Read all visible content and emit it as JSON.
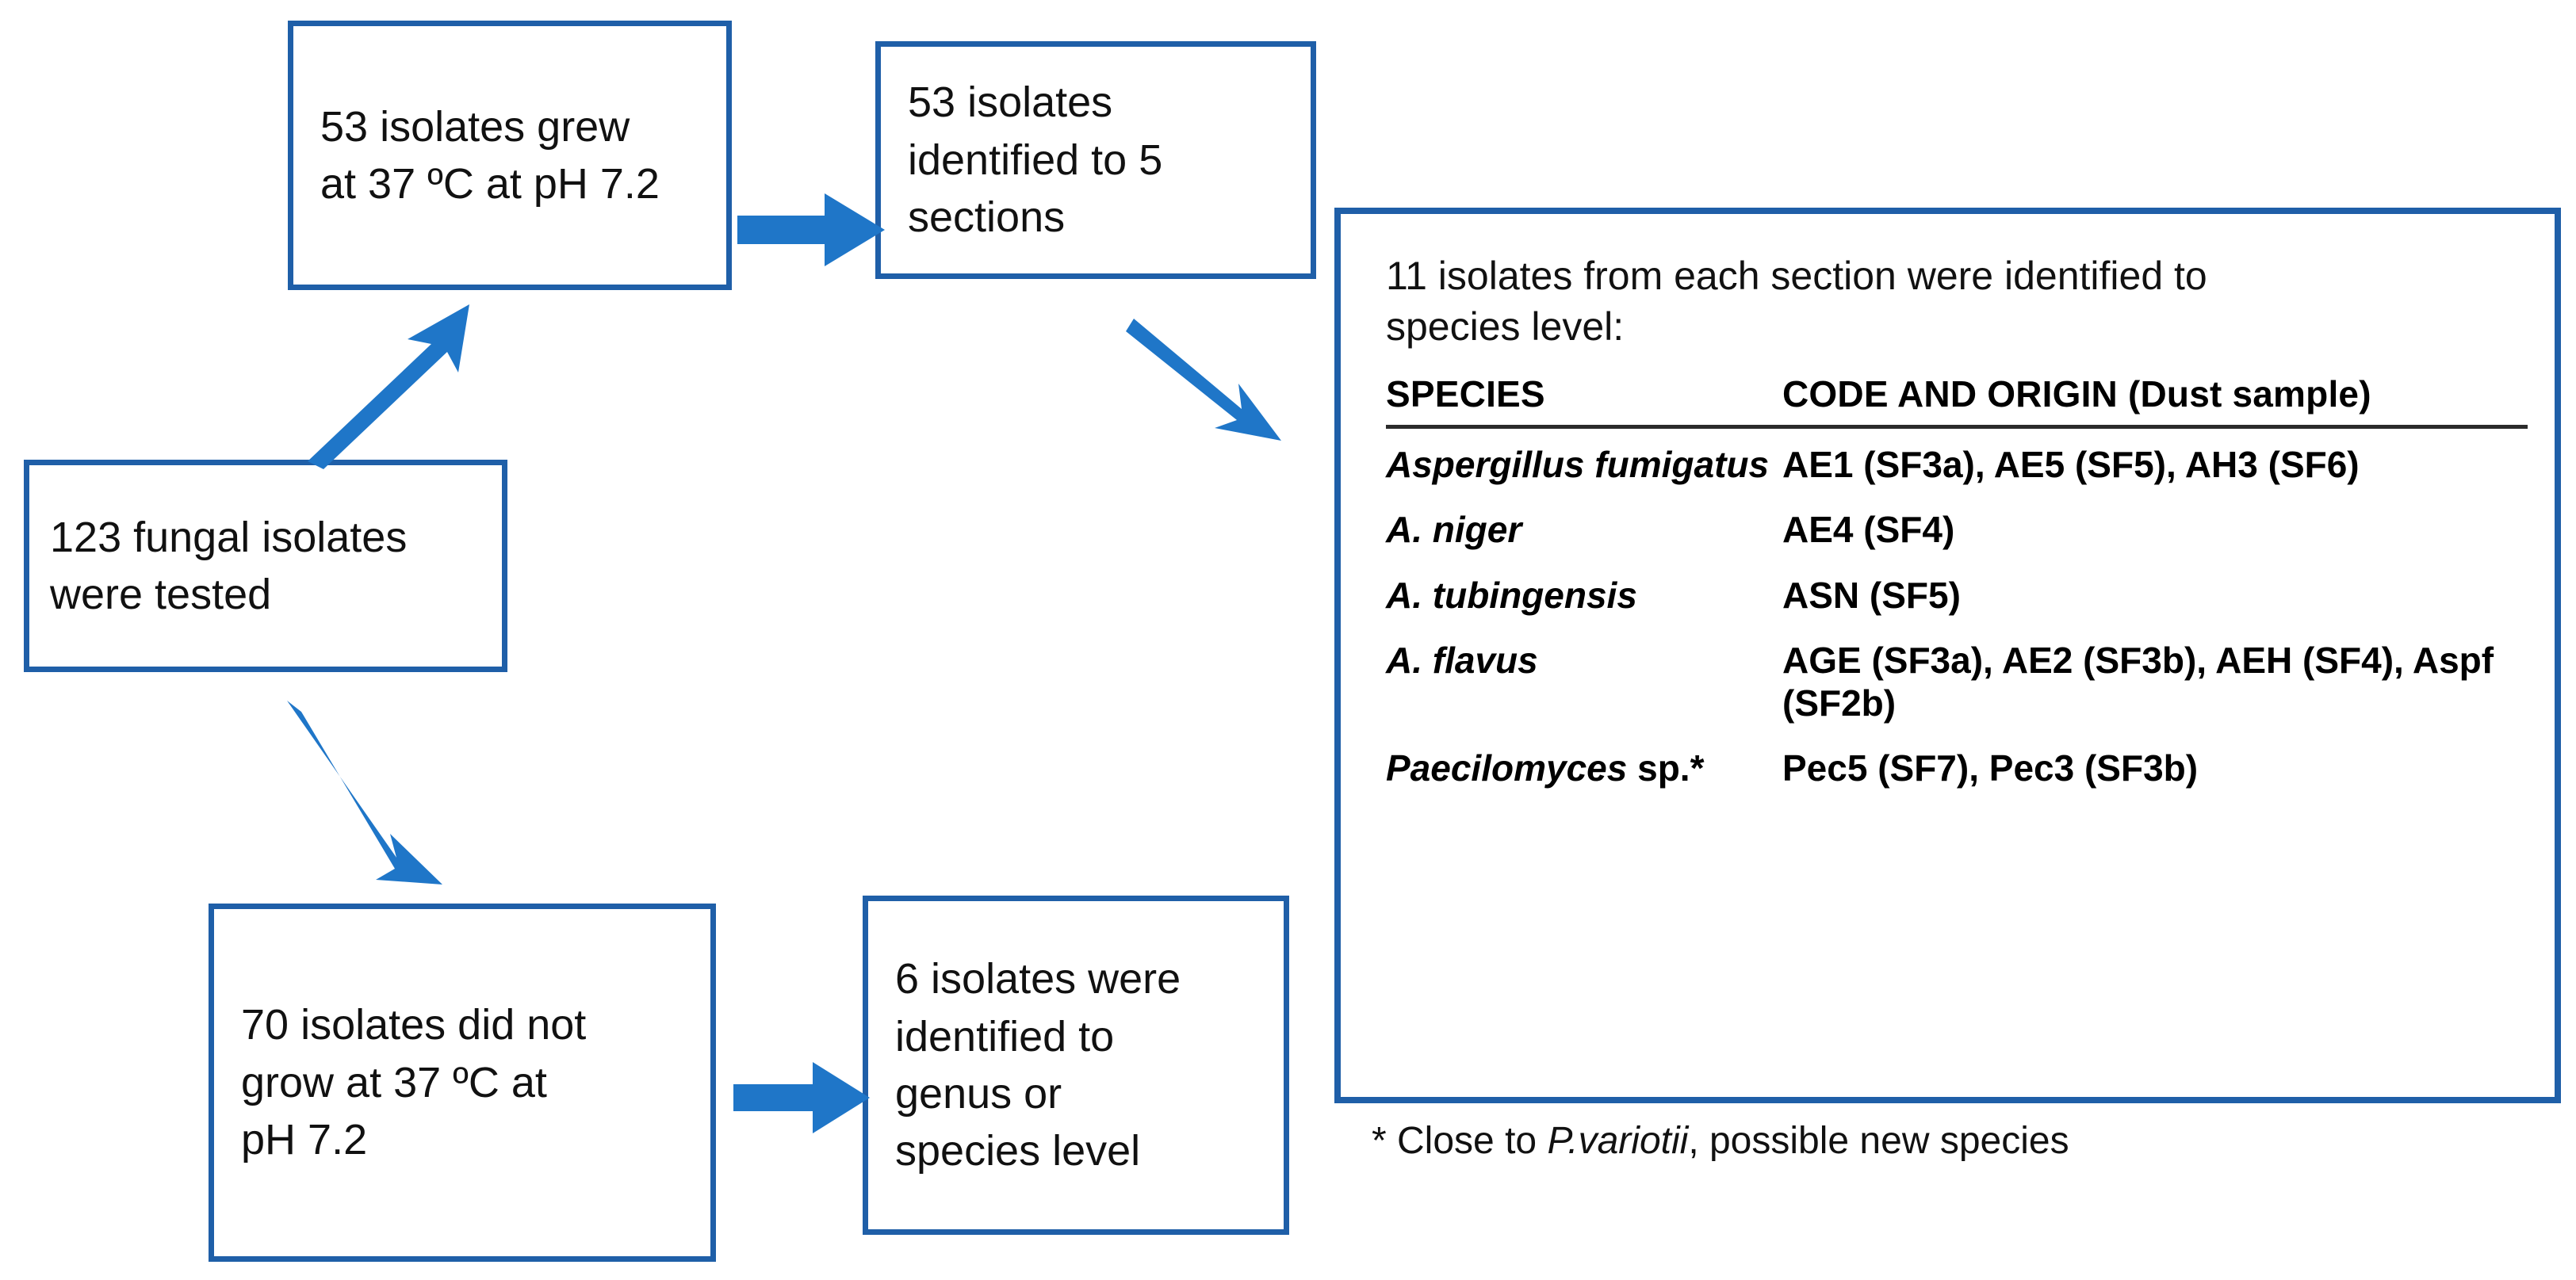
{
  "theme": {
    "box_border_color": "#1F5FA8",
    "arrow_color": "#1F76C8",
    "text_color": "#111111",
    "background": "#ffffff"
  },
  "flow": {
    "nodes": [
      {
        "id": "start",
        "text": "123 fungal isolates\nwere tested"
      },
      {
        "id": "grew",
        "text": "53 isolates grew\nat 37 ºC at pH 7.2"
      },
      {
        "id": "sections",
        "text": "53 isolates\nidentified to 5\nsections"
      },
      {
        "id": "nogrow",
        "text": "70 isolates did not\ngrow at 37 ºC at\npH 7.2"
      },
      {
        "id": "six",
        "text": "6 isolates were\nidentified to\ngenus or\nspecies level"
      }
    ],
    "arrows": [
      {
        "id": "start-to-grew",
        "direction": "up-right"
      },
      {
        "id": "start-to-nogrow",
        "direction": "down-right"
      },
      {
        "id": "grew-to-sections",
        "direction": "right"
      },
      {
        "id": "sections-to-panel",
        "direction": "down-right"
      },
      {
        "id": "nogrow-to-six",
        "direction": "right"
      }
    ]
  },
  "panel": {
    "intro": "11 isolates from each section were identified to\nspecies level:",
    "table": {
      "headers": [
        "SPECIES",
        "CODE AND ORIGIN  (Dust sample)"
      ],
      "rows": [
        {
          "species": "Aspergillus fumigatus",
          "species_suffix": "",
          "code": "AE1 (SF3a), AE5 (SF5), AH3 (SF6)"
        },
        {
          "species": "A. niger",
          "species_suffix": "",
          "code": "AE4 (SF4)"
        },
        {
          "species": "A. tubingensis",
          "species_suffix": "",
          "code": "ASN (SF5)"
        },
        {
          "species": "A. flavus",
          "species_suffix": "",
          "code": "AGE (SF3a), AE2 (SF3b), AEH (SF4), Aspf (SF2b)"
        },
        {
          "species": "Paecilomyces",
          "species_suffix": " sp.*",
          "code": "Pec5 (SF7), Pec3 (SF3b)"
        }
      ]
    },
    "footnote_prefix": "* Close to ",
    "footnote_italic": "P.variotii",
    "footnote_suffix": ", possible new species"
  }
}
